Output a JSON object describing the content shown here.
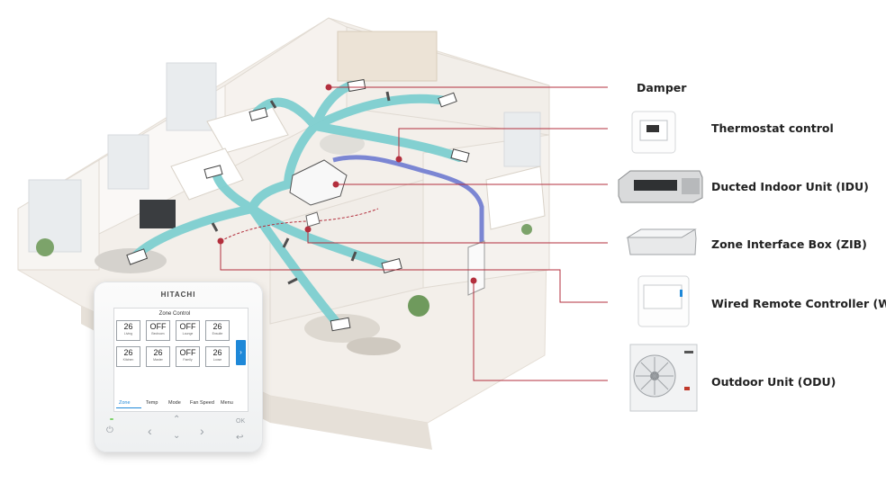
{
  "labels": {
    "damper": "Damper",
    "thermostat": "Thermostat control",
    "idu": "Ducted Indoor Unit (IDU)",
    "zib": "Zone Interface Box (ZIB)",
    "wrc": "Wired Remote Controller (WRC)",
    "odu": "Outdoor Unit (ODU)"
  },
  "controller": {
    "brand": "HITACHI",
    "screen_title": "Zone Control",
    "zones": [
      {
        "value": "26",
        "room": "Living"
      },
      {
        "value": "OFF",
        "room": "Bedroom"
      },
      {
        "value": "OFF",
        "room": "Lounge"
      },
      {
        "value": "26",
        "room": "Ensuite"
      },
      {
        "value": "26",
        "room": "Kitchen"
      },
      {
        "value": "26",
        "room": "Master"
      },
      {
        "value": "OFF",
        "room": "Family"
      },
      {
        "value": "26",
        "room": "Loose"
      }
    ],
    "tabs": [
      "Zone",
      "Temp",
      "Mode",
      "Fan Speed",
      "Menu"
    ],
    "buttons": {
      "ok": "OK",
      "power": "⏻",
      "left": "‹",
      "right": "›",
      "up": "⌃",
      "down": "⌄",
      "back": "↩",
      "next": "›"
    }
  },
  "colors": {
    "accent_line": "#b32f3d",
    "duct": "#7ecfd0",
    "refrigerant": "#7b86d3",
    "screen_blue": "#1e88d8"
  },
  "icons": {
    "thermostat": "thermostat-icon",
    "idu": "ducted-unit-icon",
    "zib": "zone-box-icon",
    "wrc": "wired-controller-icon",
    "odu": "outdoor-unit-icon"
  }
}
